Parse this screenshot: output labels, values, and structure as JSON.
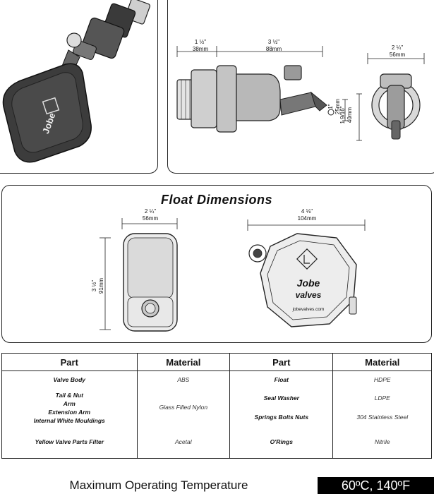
{
  "top_right": {
    "dim1_in": "1 ½\"",
    "dim1_mm": "38mm",
    "dim2_in": "3 ½\"",
    "dim2_mm": "88mm",
    "dim3_in": "2 ¼\"",
    "dim3_mm": "56mm",
    "dim4_in": "1\"",
    "dim4_mm": "25mm",
    "dim5_in": "1 9/16\"",
    "dim5_mm": "40mm"
  },
  "float_dims": {
    "title": "Float Dimensions",
    "width_in": "2 ¼\"",
    "width_mm": "56mm",
    "height_in": "3 ½\"",
    "height_mm": "91mm",
    "length_in": "4 ⅛\"",
    "length_mm": "104mm",
    "brand_line1": "Jobe",
    "brand_line2": "valves",
    "website": "jobevalves.com"
  },
  "materials": {
    "headers": [
      "Part",
      "Material",
      "Part",
      "Material"
    ],
    "rows": [
      {
        "part1": "Valve Body",
        "mat1": "ABS",
        "part2": "Float",
        "mat2": "HDPE"
      },
      {
        "part1": "Tail & Nut",
        "mat1": "",
        "part2": "Seal Washer",
        "mat2": "LDPE"
      },
      {
        "part1": "Arm",
        "mat1": "Glass Filled Nylon",
        "part2": "",
        "mat2": ""
      },
      {
        "part1": "Extension Arm",
        "mat1": "",
        "part2": "",
        "mat2": ""
      },
      {
        "part1": "Internal White Mouldings",
        "mat1": "",
        "part2": "Springs Bolts Nuts",
        "mat2": "304 Stainless Steel"
      },
      {
        "part1": "Yellow Valve Parts Filter",
        "mat1": "Acetal",
        "part2": "O'Rings",
        "mat2": "Nitrile"
      }
    ]
  },
  "temperature": {
    "label": "Maximum Operating Temperature",
    "value": "60ºC, 140ºF"
  }
}
